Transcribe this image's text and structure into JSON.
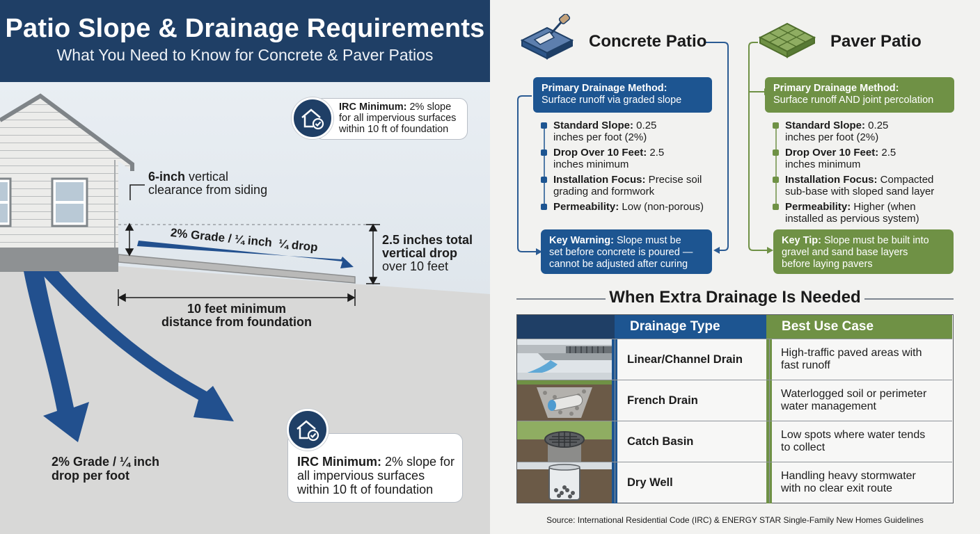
{
  "header": {
    "title": "Patio Slope & Drainage Requirements",
    "subtitle": "What You Need to Know for Concrete & Paver Patios"
  },
  "diagram": {
    "irc_top": {
      "label": "IRC Minimum:",
      "text_line1": " 2% slope",
      "text_line2": "for all impervious surfaces",
      "text_line3": "within 10 ft of foundation"
    },
    "clearance": {
      "bold": "6-inch",
      "text_line1": " vertical",
      "text_line2": "clearance from siding"
    },
    "grade_arrow_label": "2% Grade / ¼ inch  ¼ drop",
    "total_drop": {
      "bold_line1": "2.5 inches total",
      "bold_line2": "vertical drop",
      "line3": "over 10 feet"
    },
    "distance": {
      "bold_line1": "10 feet minimum",
      "bold_line2": "distance from foundation"
    },
    "grade_bottom": {
      "line1": "2% Grade / ¼ inch",
      "line2": "drop per foot"
    },
    "irc_bottom": {
      "label": "IRC Minimum:",
      "text_line1": " 2% slope for",
      "text_line2": "all impervious surfaces",
      "text_line3": "within 10 ft of foundation"
    }
  },
  "concrete": {
    "title": "Concrete Patio",
    "method_label": "Primary Drainage Method:",
    "method_value": "Surface runoff via graded slope",
    "items": [
      {
        "label": "Standard Slope:",
        "value_line1": " 0.25",
        "value_line2": "inches per foot (2%)"
      },
      {
        "label": "Drop Over 10 Feet:",
        "value_line1": " 2.5",
        "value_line2": "inches minimum"
      },
      {
        "label": "Installation Focus:",
        "value_line1": " Precise soil",
        "value_line2": "grading and formwork"
      },
      {
        "label": "Permeability:",
        "value_line1": " Low (non-porous)",
        "value_line2": ""
      }
    ],
    "note_label": "Key Warning:",
    "note_line1": " Slope must be",
    "note_line2": "set before concrete is poured —",
    "note_line3": "cannot be adjusted after curing"
  },
  "paver": {
    "title": "Paver Patio",
    "method_label": "Primary Drainage Method:",
    "method_value": "Surface runoff AND joint percolation",
    "items": [
      {
        "label": "Standard Slope:",
        "value_line1": " 0.25",
        "value_line2": "inches per foot (2%)"
      },
      {
        "label": "Drop Over 10 Feet:",
        "value_line1": " 2.5",
        "value_line2": "inches minimum"
      },
      {
        "label": "Installation Focus:",
        "value_line1": " Compacted",
        "value_line2": "sub-base with sloped sand layer"
      },
      {
        "label": "Permeability:",
        "value_line1": " Higher (when",
        "value_line2": "installed as pervious system)"
      }
    ],
    "note_label": "Key Tip:",
    "note_line1": " Slope must be built into",
    "note_line2": "gravel and sand base layers",
    "note_line3": "before laying pavers"
  },
  "extra": {
    "title": "When Extra Drainage Is Needed",
    "columns": [
      "Drainage Type",
      "Best Use Case"
    ],
    "rows": [
      {
        "type": "Linear/Channel Drain",
        "use_line1": "High-traffic paved areas with",
        "use_line2": "fast runoff"
      },
      {
        "type": "French Drain",
        "use_line1": "Waterlogged soil or perimeter",
        "use_line2": "water management"
      },
      {
        "type": "Catch Basin",
        "use_line1": "Low spots where water tends",
        "use_line2": "to collect"
      },
      {
        "type": "Dry Well",
        "use_line1": "Handling heavy stormwater",
        "use_line2": "with no clear exit route"
      }
    ]
  },
  "source": "Source: International Residential Code (IRC) & ENERGY STAR Single-Family New Homes Guidelines",
  "colors": {
    "navy": "#1f3f66",
    "blue": "#1d5591",
    "green": "#6f9145",
    "arrow_blue": "#22508e"
  }
}
